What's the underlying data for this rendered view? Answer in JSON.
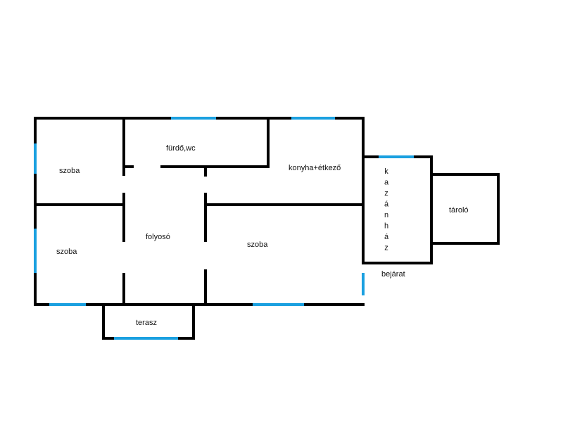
{
  "colors": {
    "wall": "#000000",
    "window": "#1aa0e0",
    "background": "#ffffff"
  },
  "rooms": {
    "szoba_top_left": "szoba",
    "furdo": "fürdő,wc",
    "konyha": "konyha+étkező",
    "szoba_bottom_left": "szoba",
    "folyoso": "folyosó",
    "szoba_big": "szoba",
    "terasz": "terasz",
    "kazanhaz_letters": [
      "k",
      "a",
      "z",
      "á",
      "n",
      "h",
      "á",
      "z"
    ],
    "bejarat": "bejárat",
    "tarolo": "tároló"
  }
}
